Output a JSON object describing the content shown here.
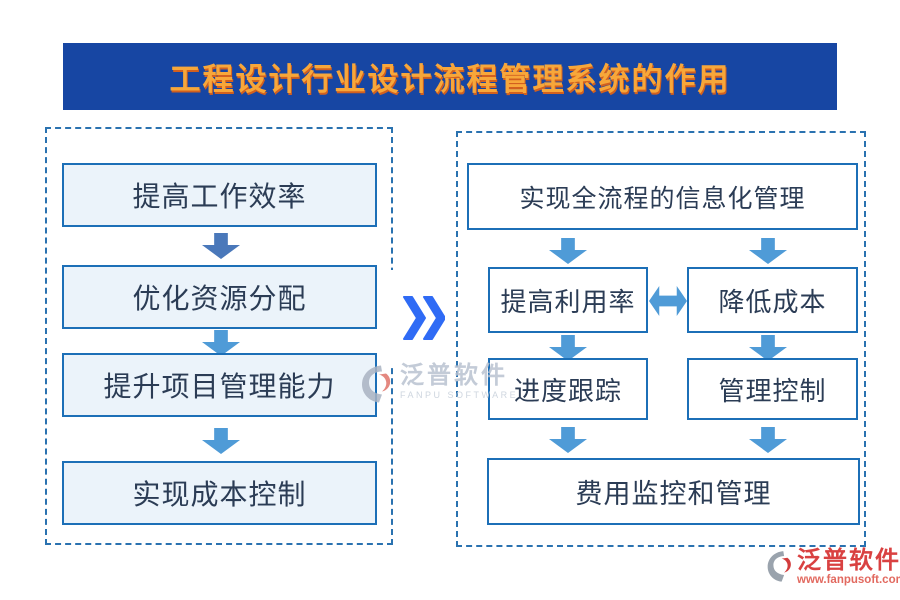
{
  "title": "工程设计行业设计流程管理系统的作用",
  "left_panel": {
    "steps": [
      "提高工作效率",
      "优化资源分配",
      "提升项目管理能力",
      "实现成本控制"
    ]
  },
  "right_panel": {
    "top_box": "实现全流程的信息化管理",
    "mid_left_box": "提高利用率",
    "mid_right_box": "降低成本",
    "lower_left_box": "进度跟踪",
    "lower_right_box": "管理控制",
    "bottom_box": "费用监控和管理"
  },
  "watermarks": {
    "center": {
      "brand": "泛普软件",
      "subtitle": "FANPU SOFTWARE"
    },
    "corner": {
      "brand": "泛普软件",
      "url": "www.fanpusoft.com"
    }
  },
  "colors": {
    "banner_bg": "#1746a3",
    "title_gold": "#f7a73a",
    "box_border": "#1c6fb7",
    "left_box_fill": "#ebf3fa",
    "text_navy": "#2b3c55",
    "panel_dash": "#2a72b0",
    "arrow_dark": "#4a78ba",
    "arrow_light": "#4f9bd7",
    "chevron_blue": "#2f6bf5",
    "watermark_red": "#d94141"
  }
}
